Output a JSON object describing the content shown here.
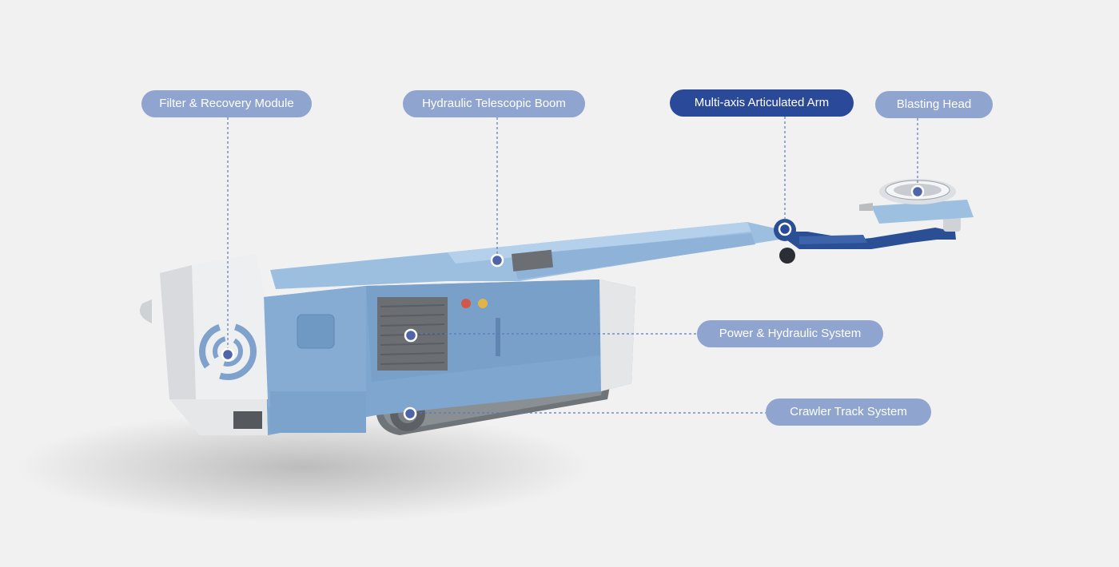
{
  "callouts": {
    "filter": "Filter & Recovery Module",
    "boom": "Hydraulic Telescopic Boom",
    "arm": "Multi-axis Articulated Arm",
    "head": "Blasting Head",
    "power": "Power & Hydraulic System",
    "crawler": "Crawler Track System"
  },
  "active_callout": "Multi-axis Articulated Arm",
  "colors": {
    "background": "#f1f1f2",
    "callout": "#8fa4cf",
    "callout_active": "#2a4a99",
    "machine_blue": "#7fa6cf",
    "arm_blue": "#2b4f95",
    "leader_line": "#5b79b8"
  },
  "icons": [
    "logo-mark"
  ]
}
